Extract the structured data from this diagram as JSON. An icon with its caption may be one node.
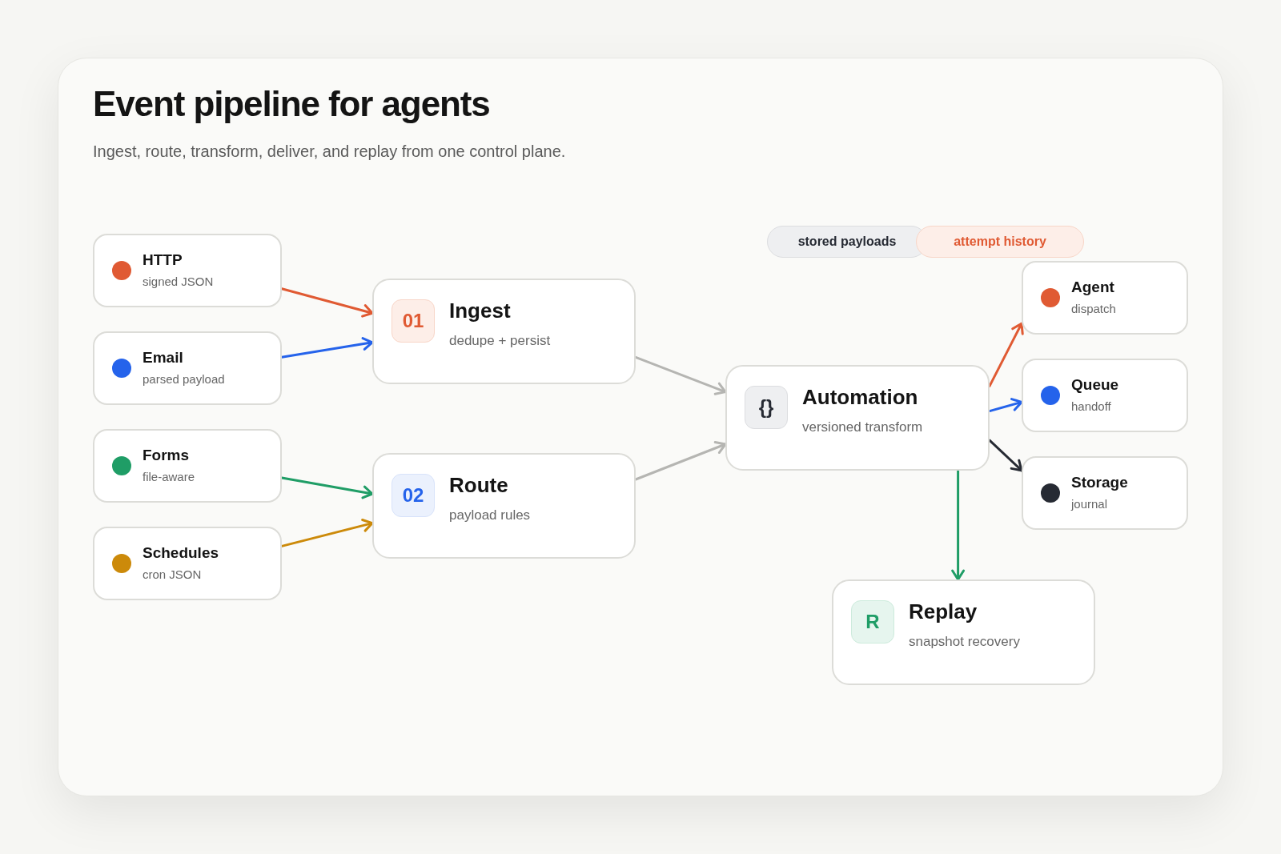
{
  "diagram": {
    "title": "Event pipeline for agents",
    "caption": "Ingest, route, transform, deliver, and replay from one control plane.",
    "nodes": [
      {
        "text": [
          "HTTP",
          "signed JSON"
        ]
      },
      {
        "text": [
          "Email",
          "parsed payload"
        ]
      },
      {
        "text": [
          "Forms",
          "file-aware"
        ]
      },
      {
        "text": [
          "Schedules",
          "cron JSON"
        ]
      },
      {
        "text": [
          "01",
          "Ingest",
          "dedupe + persist"
        ]
      },
      {
        "text": [
          "02",
          "Route",
          "payload rules"
        ]
      },
      {
        "text": [
          "{}",
          "Automation",
          "versioned transform"
        ]
      },
      {
        "text": [
          "Agent",
          "dispatch"
        ]
      },
      {
        "text": [
          "Queue",
          "handoff"
        ]
      },
      {
        "text": [
          "Storage",
          "journal"
        ]
      },
      {
        "text": [
          "R",
          "Replay",
          "snapshot recovery"
        ]
      }
    ],
    "edges": [
      {
        "from": 0,
        "to": 4,
        "arrow": "to",
        "color": "#e05a33"
      },
      {
        "from": 1,
        "to": 4,
        "arrow": "to",
        "color": "#2563eb"
      },
      {
        "from": 2,
        "to": 5,
        "arrow": "to",
        "color": "#1f9d66"
      },
      {
        "from": 3,
        "to": 5,
        "arrow": "to",
        "color": "#cc8a0a"
      },
      {
        "from": 4,
        "to": 6,
        "arrow": "to",
        "color": "#b5b5b2"
      },
      {
        "from": 5,
        "to": 6,
        "arrow": "to",
        "color": "#b5b5b2"
      },
      {
        "from": 6,
        "to": 7,
        "arrow": "to",
        "color": "#e05a33"
      },
      {
        "from": 6,
        "to": 8,
        "arrow": "to",
        "color": "#2563eb"
      },
      {
        "from": 6,
        "to": 9,
        "arrow": "to",
        "color": "#262a33"
      },
      {
        "from": 6,
        "to": 10,
        "arrow": "to",
        "color": "#1f9d66"
      }
    ],
    "labels": [
      "stored payloads",
      "attempt history"
    ]
  }
}
